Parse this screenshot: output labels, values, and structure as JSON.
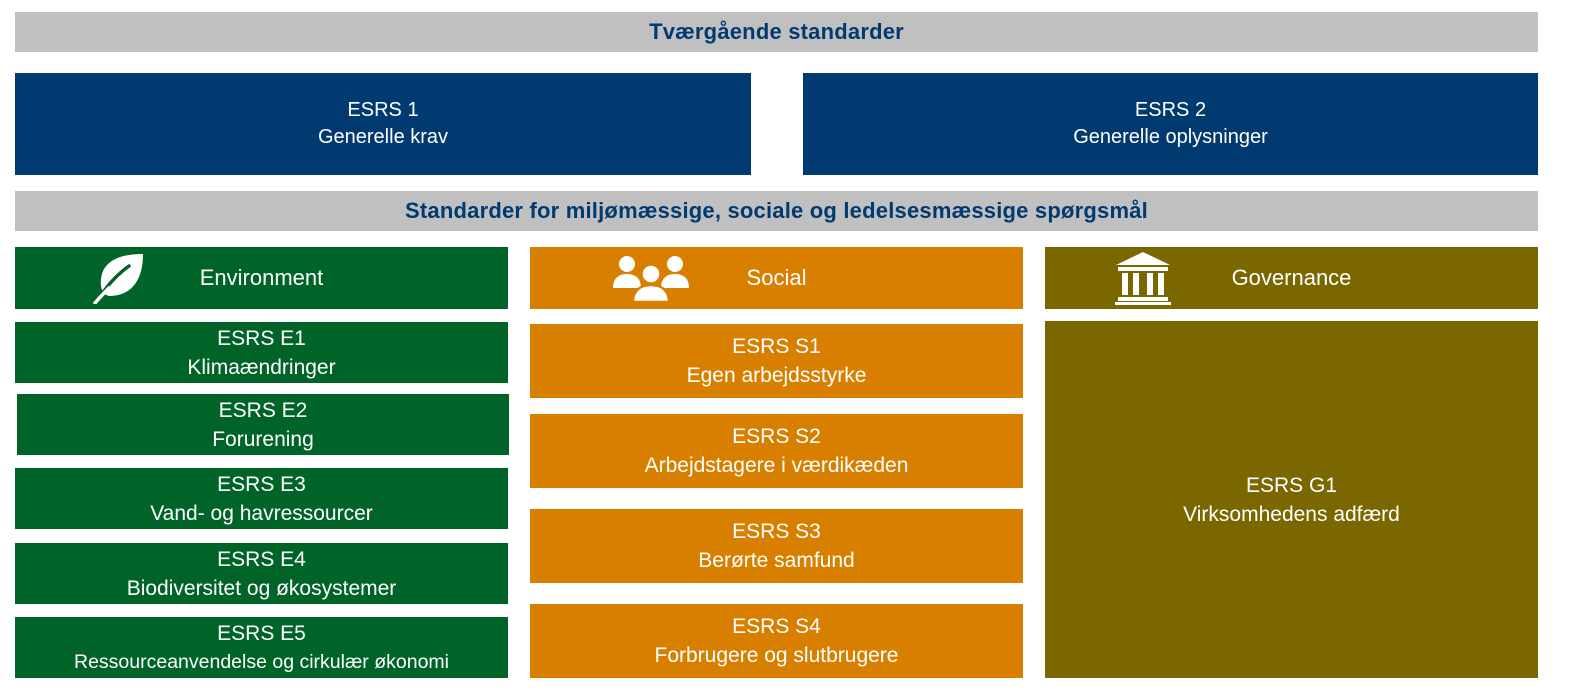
{
  "cross_cutting": {
    "title": "Tværgående standarder",
    "boxes": [
      {
        "code": "ESRS 1",
        "name": "Generelle krav"
      },
      {
        "code": "ESRS 2",
        "name": "Generelle oplysninger"
      }
    ]
  },
  "topical": {
    "title": "Standarder for miljømæssige, sociale og ledelsesmæssige spørgsmål"
  },
  "environment": {
    "label": "Environment",
    "icon": "leaf-icon",
    "color": "#006428",
    "items": [
      {
        "code": "ESRS E1",
        "name": "Klimaændringer"
      },
      {
        "code": "ESRS E2",
        "name": "Forurening"
      },
      {
        "code": "ESRS E3",
        "name": "Vand- og havressourcer"
      },
      {
        "code": "ESRS E4",
        "name": "Biodiversitet og økosystemer"
      },
      {
        "code": "ESRS E5",
        "name": "Ressourceanvendelse og cirkulær økonomi"
      }
    ]
  },
  "social": {
    "label": "Social",
    "icon": "people-group-icon",
    "color": "#d97f00",
    "items": [
      {
        "code": "ESRS S1",
        "name": "Egen arbejdsstyrke"
      },
      {
        "code": "ESRS S2",
        "name": "Arbejdstagere i værdikæden"
      },
      {
        "code": "ESRS S3",
        "name": "Berørte samfund"
      },
      {
        "code": "ESRS S4",
        "name": "Forbrugere og slutbrugere"
      }
    ]
  },
  "governance": {
    "label": "Governance",
    "icon": "institution-building-icon",
    "color": "#7a6700",
    "items": [
      {
        "code": "ESRS G1",
        "name": "Virksomhedens adfærd"
      }
    ]
  }
}
